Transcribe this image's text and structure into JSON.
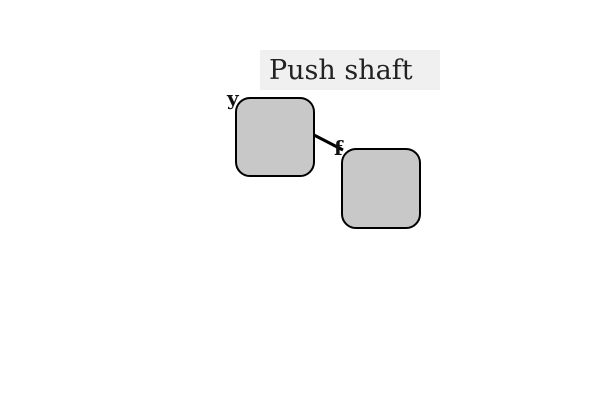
{
  "title": "Push shaft",
  "labels": {
    "left": "y",
    "right": "f"
  },
  "colors": {
    "title_background": "#f0f0f0",
    "block_fill": "#c8c8c8",
    "block_stroke": "#000000",
    "shaft": "#000000"
  }
}
